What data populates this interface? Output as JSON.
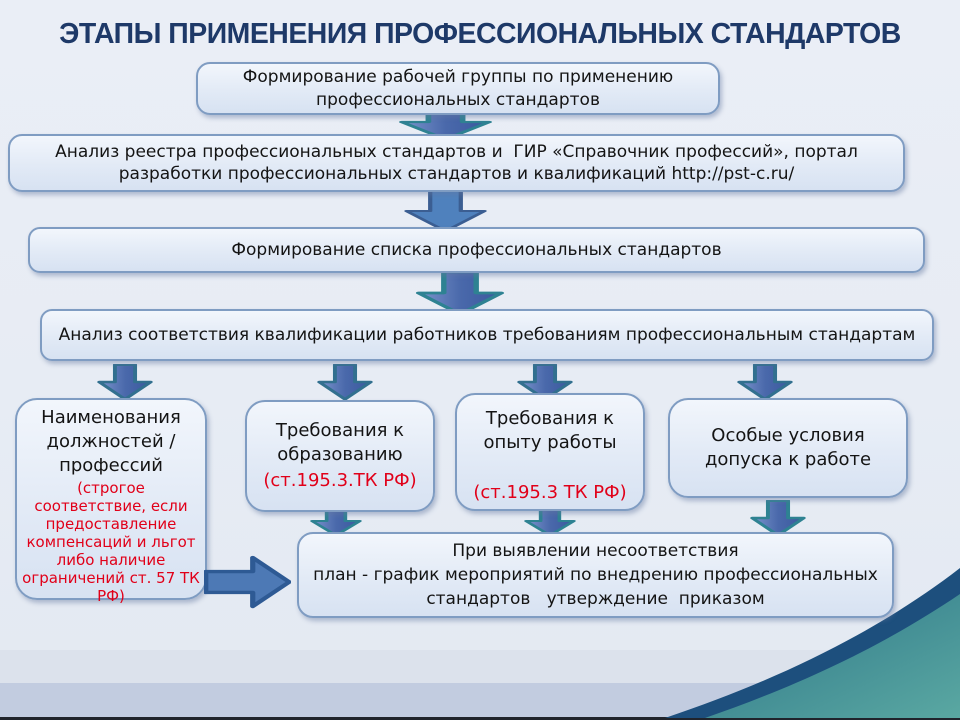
{
  "title": "ЭТАПЫ ПРИМЕНЕНИЯ ПРОФЕССИОНАЛЬНЫХ СТАНДАРТОВ",
  "steps": [
    {
      "lines": [
        "Формирование рабочей группы по применению",
        "профессиональных стандартов"
      ]
    },
    {
      "lines": [
        "Анализ реестра профессиональных стандартов и  ГИР «Справочник профессий», портал",
        "разработки профессиональных стандартов и квалификаций http://pst-c.ru/"
      ]
    },
    {
      "lines": [
        "Формирование списка профессиональных стандартов"
      ]
    },
    {
      "lines": [
        "Анализ соответствия квалификации работников требованиям профессиональным стандартам"
      ]
    }
  ],
  "criteria": [
    {
      "title_lines": [
        "Наименования",
        "должностей /",
        "профессий"
      ],
      "note_lines": [
        "(строгое",
        "соответствие, если",
        "предоставление",
        "компенсаций и льгот",
        "либо наличие",
        "ограничений ст. 57 ТК",
        "РФ)"
      ]
    },
    {
      "title_lines": [
        "Требования к",
        "образованию"
      ],
      "note": "(ст.195.3.ТК РФ)"
    },
    {
      "title_lines": [
        "Требования к",
        "опыту работы"
      ],
      "note": "(ст.195.3 ТК РФ)"
    },
    {
      "title_lines": [
        "Особые условия",
        "допуска к работе"
      ]
    }
  ],
  "result_lines": [
    "При выявлении несоответствия",
    "план - график мероприятий по внедрению профессиональных",
    "стандартов   утверждение  приказом"
  ],
  "colors": {
    "title_navy": "#1e3968",
    "note_red": "#e10019",
    "arrow_blue": "#4f81bd",
    "arrow_teal_edge": "#2e8292",
    "box_border": "#7f9cc2",
    "box_fill_top": "#f2f6fc",
    "box_fill_bottom": "#d7e2f2"
  }
}
